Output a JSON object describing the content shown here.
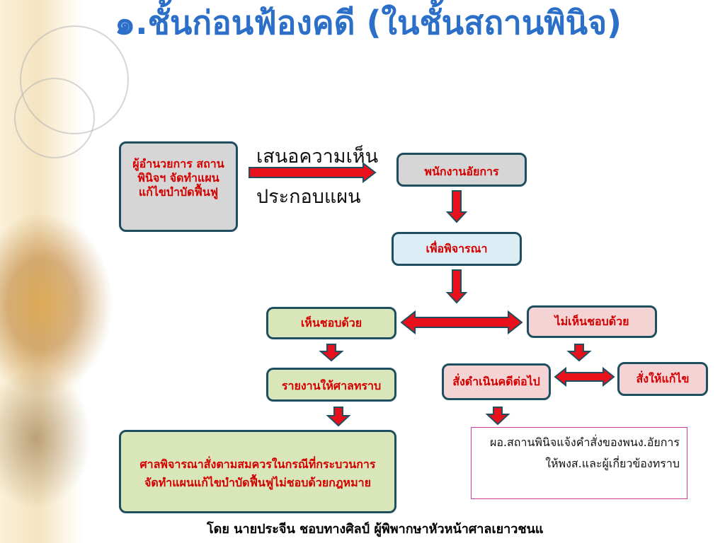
{
  "title": "๑.ชั้นก่อนฟ้องคดี (ในชั้นสถานพินิจ)",
  "boxes": {
    "director": "ผู้อำนวยการ สถานพินิจฯ จัดทำแผนแก้ไขบำบัดฟื้นฟู",
    "prosecutor": "พนักงานอัยการ",
    "consider": "เพื่อพิจารณา",
    "agree": "เห็นชอบด้วย",
    "disagree": "ไม่เห็นชอบด้วย",
    "report": "รายงานให้ศาลทราบ",
    "order_proceed": "สั่งดำเนินคดีต่อไป",
    "order_fix": "สั่งให้แก้ไข",
    "court": "ศาลพิจารณาสั่งตามสมควรในกรณีที่กระบวนการจัดทำแผนแก้ไขบำบัดฟื้นฟูไม่ชอบด้วยกฎหมาย"
  },
  "arrow_labels": {
    "present": "เสนอความเห็น",
    "with_plan": "ประกอบแผน"
  },
  "notice": "ผอ.สถานพินิจแจ้งคำสั่งของพนง.อัยการให้พงส.และผู้เกี่ยวข้องทราบ",
  "footer": "โดย นายประจีน ชอบทางศิลป์ ผู้พิพากษาหัวหน้าศาลเยาวชนแ",
  "colors": {
    "title": "#2b6fc9",
    "box_text": "#d40000",
    "arrow_fill": "#e8101a",
    "arrow_stroke": "#1f4e5f",
    "gray_box": "#d6d6d6",
    "blue_box": "#dcedf6",
    "green_box": "#d8e6b9",
    "pink_box": "#f4d3d5"
  }
}
